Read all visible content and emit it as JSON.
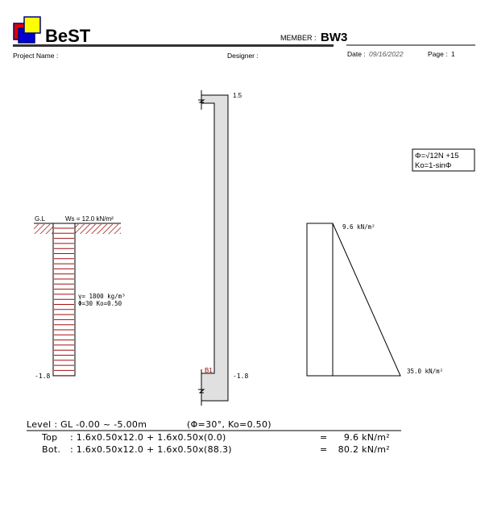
{
  "header": {
    "logo_text": "BeST",
    "member_label": "MEMBER :",
    "member_value": "BW3",
    "project_label": "Project Name :",
    "designer_label": "Designer :",
    "date_label": "Date :",
    "date_value": "09/16/2022",
    "page_label": "Page :",
    "page_value": "1"
  },
  "soil": {
    "gl_label": "G.L",
    "surcharge": "Ws =  12.0 kN/m²",
    "gamma": "γ= 1800 kg/m³",
    "phi_ko": "Φ=30 Ko=0.50",
    "bottom_level": "-1.8"
  },
  "wall": {
    "top_level": "1.5",
    "bottom_level": "-1.8",
    "footing_label": "B1"
  },
  "formula": {
    "line1": "Φ=√12N +15",
    "line2": "Ko=1-sinΦ"
  },
  "pressure": {
    "top_value": "9.6 kN/m²",
    "bottom_value": "35.0 kN/m²"
  },
  "calc": {
    "level": "Level : GL -0.00 ~ -5.00m",
    "params": "(Φ=30°, Ko=0.50)",
    "rows": [
      {
        "label": "Top",
        "expr": ": 1.6x0.50x12.0 + 1.6x0.50x(0.0)",
        "eq": "=",
        "result": "9.6 kN/m²"
      },
      {
        "label": "Bot.",
        "expr": ": 1.6x0.50x12.0 + 1.6x0.50x(88.3)",
        "eq": "=",
        "result": "80.2 kN/m²"
      }
    ]
  },
  "colors": {
    "hatch": "#a01010",
    "wall_fill": "#e0e0e0",
    "logo_red": "#e00000",
    "logo_blue": "#0000d0",
    "logo_yellow": "#ffff00"
  }
}
